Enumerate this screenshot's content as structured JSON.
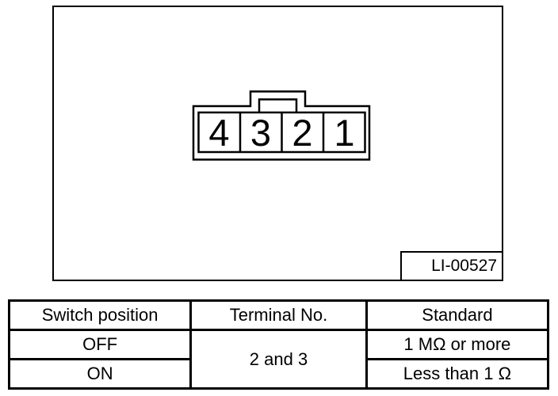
{
  "figure": {
    "id_label": "LI-00527",
    "connector": {
      "pins": [
        "4",
        "3",
        "2",
        "1"
      ]
    }
  },
  "table": {
    "headers": {
      "switch_position": "Switch position",
      "terminal_no": "Terminal No.",
      "standard": "Standard"
    },
    "terminal_value": "2 and 3",
    "rows": [
      {
        "switch_position": "OFF",
        "standard": "1 MΩ or more"
      },
      {
        "switch_position": "ON",
        "standard": "Less than 1 Ω"
      }
    ]
  },
  "colors": {
    "line": "#000000",
    "background": "#ffffff"
  }
}
